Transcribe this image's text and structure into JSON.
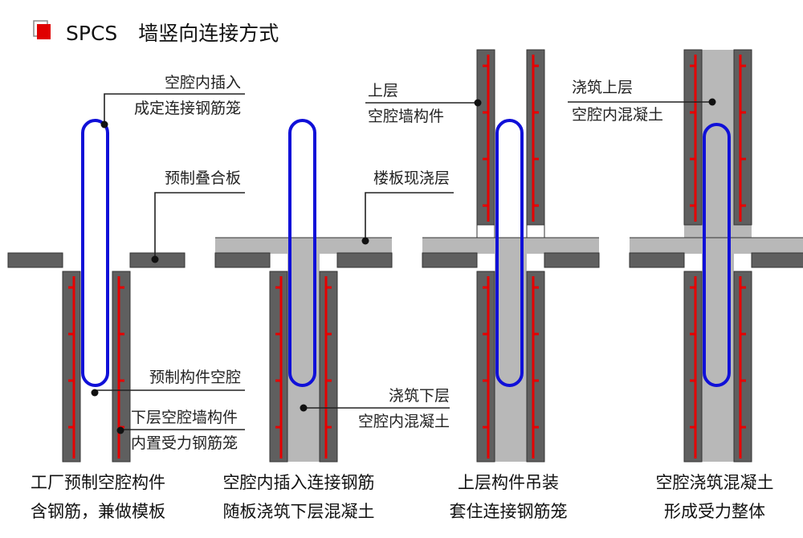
{
  "header": {
    "brand": "SPCS",
    "title": "墙竖向连接方式"
  },
  "colors": {
    "wall": "#5f5f5f",
    "concrete": "#b8b8b8",
    "rebar": "#e60000",
    "connector": "#1010d8",
    "accent": "#e00000"
  },
  "stages": [
    {
      "labels": {
        "cage_1": "空腔内插入",
        "cage_2": "成定连接钢筋笼",
        "slab": "预制叠合板",
        "cavity": "预制构件空腔",
        "wall_1": "下层空腔墙构件",
        "wall_2": "内置受力钢筋笼"
      },
      "caption": [
        "工厂预制空腔构件",
        "含钢筋，兼做模板"
      ]
    },
    {
      "labels": {
        "topping": "楼板现浇层",
        "pour_1": "浇筑下层",
        "pour_2": "空腔内混凝土"
      },
      "caption": [
        "空腔内插入连接钢筋",
        "随板浇筑下层混凝土"
      ]
    },
    {
      "labels": {
        "upper_1": "上层",
        "upper_2": "空腔墙构件"
      },
      "caption": [
        "上层构件吊装",
        "套住连接钢筋笼"
      ]
    },
    {
      "labels": {
        "pour_1": "浇筑上层",
        "pour_2": "空腔内混凝土"
      },
      "caption": [
        "空腔浇筑混凝土",
        "形成受力整体"
      ]
    }
  ]
}
